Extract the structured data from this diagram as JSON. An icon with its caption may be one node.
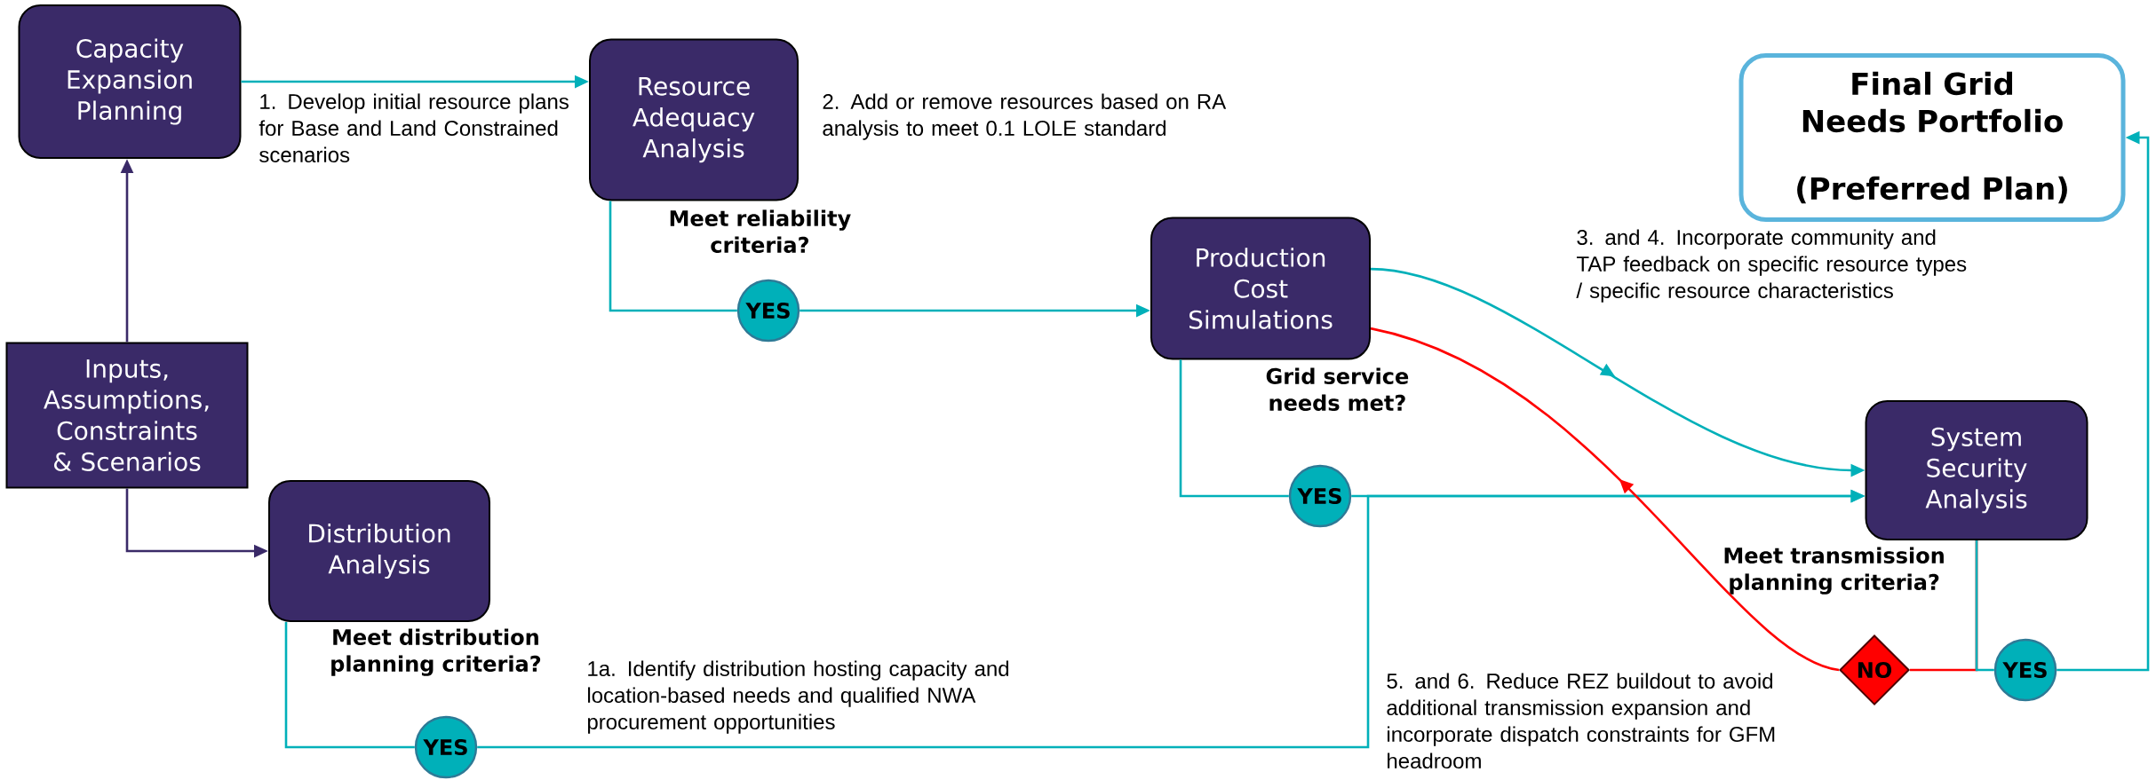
{
  "diagram": {
    "nodes": [
      {
        "text": [
          "Capacity Expansion Planning"
        ]
      },
      {
        "text": [
          "Resource Adequacy Analysis"
        ],
        "beside": [
          "Meet reliability criteria?"
        ]
      },
      {
        "text": [
          "Production Cost Simulations"
        ],
        "beside": [
          "Grid service needs met?"
        ]
      },
      {
        "text": [
          "Final Grid Needs Portfolio",
          "(Preferred Plan)"
        ]
      },
      {
        "text": [
          "Inputs, Assumptions, Constraints & Scenarios"
        ]
      },
      {
        "text": [
          "Distribution Analysis"
        ],
        "beside": [
          "Meet distribution planning criteria?"
        ]
      },
      {
        "text": [
          "System Security Analysis"
        ],
        "beside": [
          "Meet transmission planning criteria?"
        ]
      },
      {
        "text": [
          "YES"
        ]
      },
      {
        "text": [
          "YES"
        ]
      },
      {
        "text": [
          "YES"
        ]
      },
      {
        "text": [
          "NO"
        ]
      },
      {
        "text": [
          "YES"
        ]
      }
    ],
    "edges": [
      {
        "from": 4,
        "to": 0,
        "arrow": "to",
        "color": "#3a2a68"
      },
      {
        "from": 4,
        "to": 5,
        "arrow": "to",
        "color": "#3a2a68"
      },
      {
        "from": 0,
        "to": 1,
        "arrow": "to"
      },
      {
        "from": 1,
        "to": 7,
        "arrow": "none"
      },
      {
        "from": 7,
        "to": 2,
        "arrow": "to"
      },
      {
        "from": 5,
        "to": 9,
        "arrow": "none"
      },
      {
        "from": 9,
        "to": 6,
        "arrow": "to"
      },
      {
        "from": 2,
        "to": 8,
        "arrow": "none"
      },
      {
        "from": 8,
        "to": 6,
        "arrow": "to"
      },
      {
        "from": 2,
        "to": 6,
        "arrow": "to"
      },
      {
        "from": 6,
        "to": 10,
        "arrow": "none",
        "color": "#ff0000"
      },
      {
        "from": 6,
        "to": 11,
        "arrow": "none"
      },
      {
        "from": 11,
        "to": 3,
        "arrow": "to"
      },
      {
        "from": 10,
        "to": 2,
        "arrow": "to",
        "color": "#ff0000"
      }
    ],
    "labels": [
      "1. Develop initial resource plans for Base and Land Constrained scenarios",
      "2. Add or remove resources based on RA analysis to meet 0.1 LOLE standard",
      "3. and 4. Incorporate community and TAP feedback on specific resource types / specific resource characteristics",
      "1a. Identify distribution hosting capacity and location-based needs and qualified NWA procurement opportunities",
      "5. and 6. Reduce REZ buildout to avoid additional transmission expansion and incorporate dispatch constraints for GFM headroom"
    ]
  }
}
